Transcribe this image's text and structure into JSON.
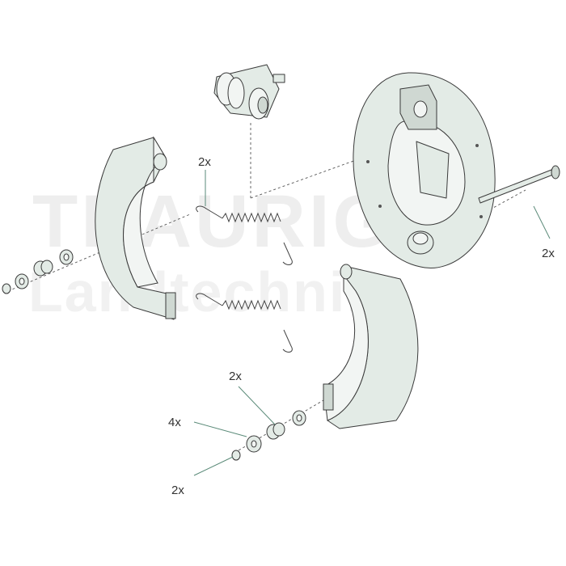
{
  "watermark": {
    "line1": "TRAURIG",
    "line2": "Landtechnik"
  },
  "callouts": {
    "springs_qty": "2x",
    "bolt_qty": "2x",
    "washer_pair_qty": "2x",
    "washer_qty": "4x",
    "nut_qty": "2x"
  },
  "colors": {
    "part_fill": "#e3ebe6",
    "outline": "#3a3a3a",
    "leader": "#5a8a78"
  }
}
